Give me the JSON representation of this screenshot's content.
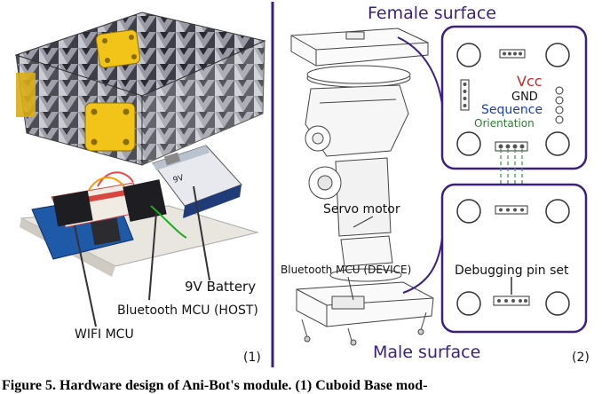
{
  "panel1": {
    "label": "(1)",
    "callouts": {
      "battery": "9V Battery",
      "bt_host": "Bluetooth MCU (HOST)",
      "wifi": "WIFI MCU"
    }
  },
  "panel2": {
    "label": "(2)",
    "female_title": "Female surface",
    "male_title": "Male surface",
    "servo": "Servo motor",
    "bt_device": "Bluetooth MCU (DEVICE)",
    "debug": "Debugging pin set",
    "pins": {
      "vcc": "Vcc",
      "gnd": "GND",
      "sequence": "Sequence",
      "orientation": "Orientation"
    },
    "pin_colors": {
      "vcc": "#c62828",
      "gnd": "#111111",
      "sequence": "#1a3fb0",
      "orientation": "#2e7d32"
    },
    "title_color": "#3b1f86"
  },
  "caption": "Figure 5. Hardware design of Ani-Bot's module. (1) Cuboid Base mod-"
}
